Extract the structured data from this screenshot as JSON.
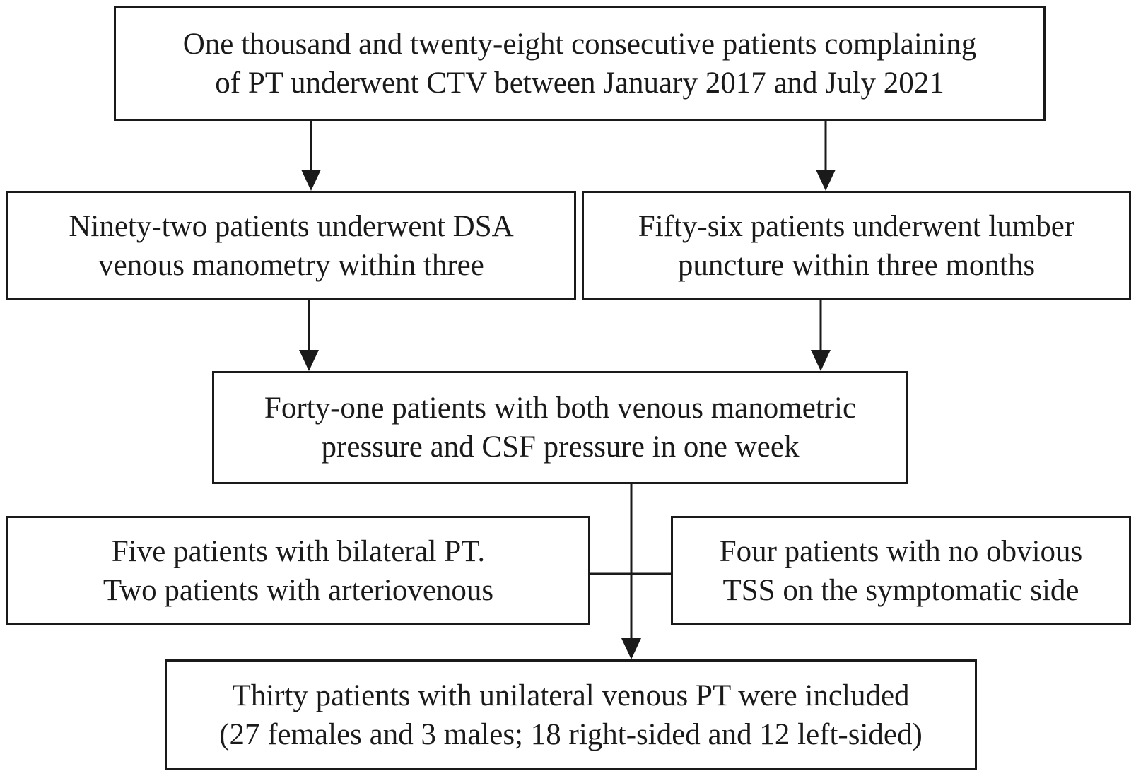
{
  "flowchart": {
    "initial_cohort": {
      "line1": "One thousand and twenty-eight consecutive patients complaining",
      "line2": "of PT underwent CTV between January 2017 and July 2021"
    },
    "dsa_branch": {
      "line1": "Ninety-two patients underwent DSA",
      "line2": "venous manometry within three"
    },
    "lumbar_branch": {
      "line1": "Fifty-six patients underwent lumber",
      "line2": "puncture within three months"
    },
    "combined": {
      "line1": "Forty-one patients with both venous manometric",
      "line2": "pressure and CSF pressure in one week"
    },
    "exclusion_left": {
      "line1": "Five patients with bilateral PT.",
      "line2": "Two patients with arteriovenous"
    },
    "exclusion_right": {
      "line1": "Four patients with no obvious",
      "line2": "TSS on the symptomatic side"
    },
    "final_cohort": {
      "line1": "Thirty patients with unilateral venous PT were included",
      "line2": "(27 females and 3 males; 18 right-sided and 12 left-sided)"
    }
  }
}
